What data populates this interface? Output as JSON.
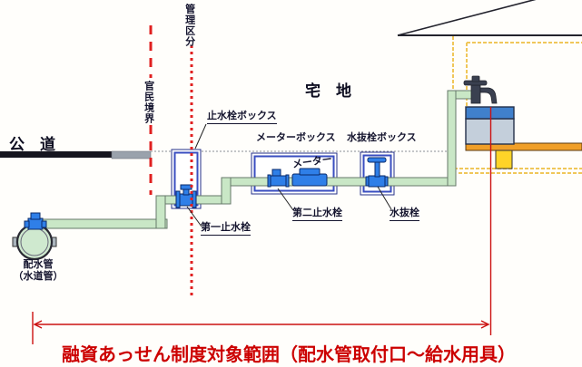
{
  "diagram": {
    "top_labels": {
      "management_division": "管理区分",
      "public_private_boundary": "官民境界"
    },
    "areas": {
      "public_road": "公　道",
      "residential_land": "宅　地"
    },
    "boxes": {
      "stop_valve_box": "止水栓ボックス",
      "meter_box": "メーターボックス",
      "drain_valve_box": "水抜栓ボックス"
    },
    "components": {
      "meter": "メーター",
      "first_stop_valve": "第一止水栓",
      "second_stop_valve": "第二止水栓",
      "drain_valve": "水抜栓",
      "water_main_line1": "配水管",
      "water_main_line2": "（水道管）"
    },
    "caption": "融資あっせん制度対象範囲（配水管取付口～給水用具）",
    "colors": {
      "red_line": "#e02020",
      "caption_red": "#cc0000",
      "pipe_green": "#c9e7c6",
      "valve_blue": "#2f7fe8",
      "box_border_blue": "#3a4ec0",
      "road_black": "#15151f",
      "road_gray": "#9aa2ac",
      "counter_orange": "#f09f28",
      "leg_yellow": "#ffd428",
      "sink_band_blue": "#4080cc",
      "sink_body": "#c4cfdb",
      "wall_yellow": "#f0c75a"
    }
  }
}
